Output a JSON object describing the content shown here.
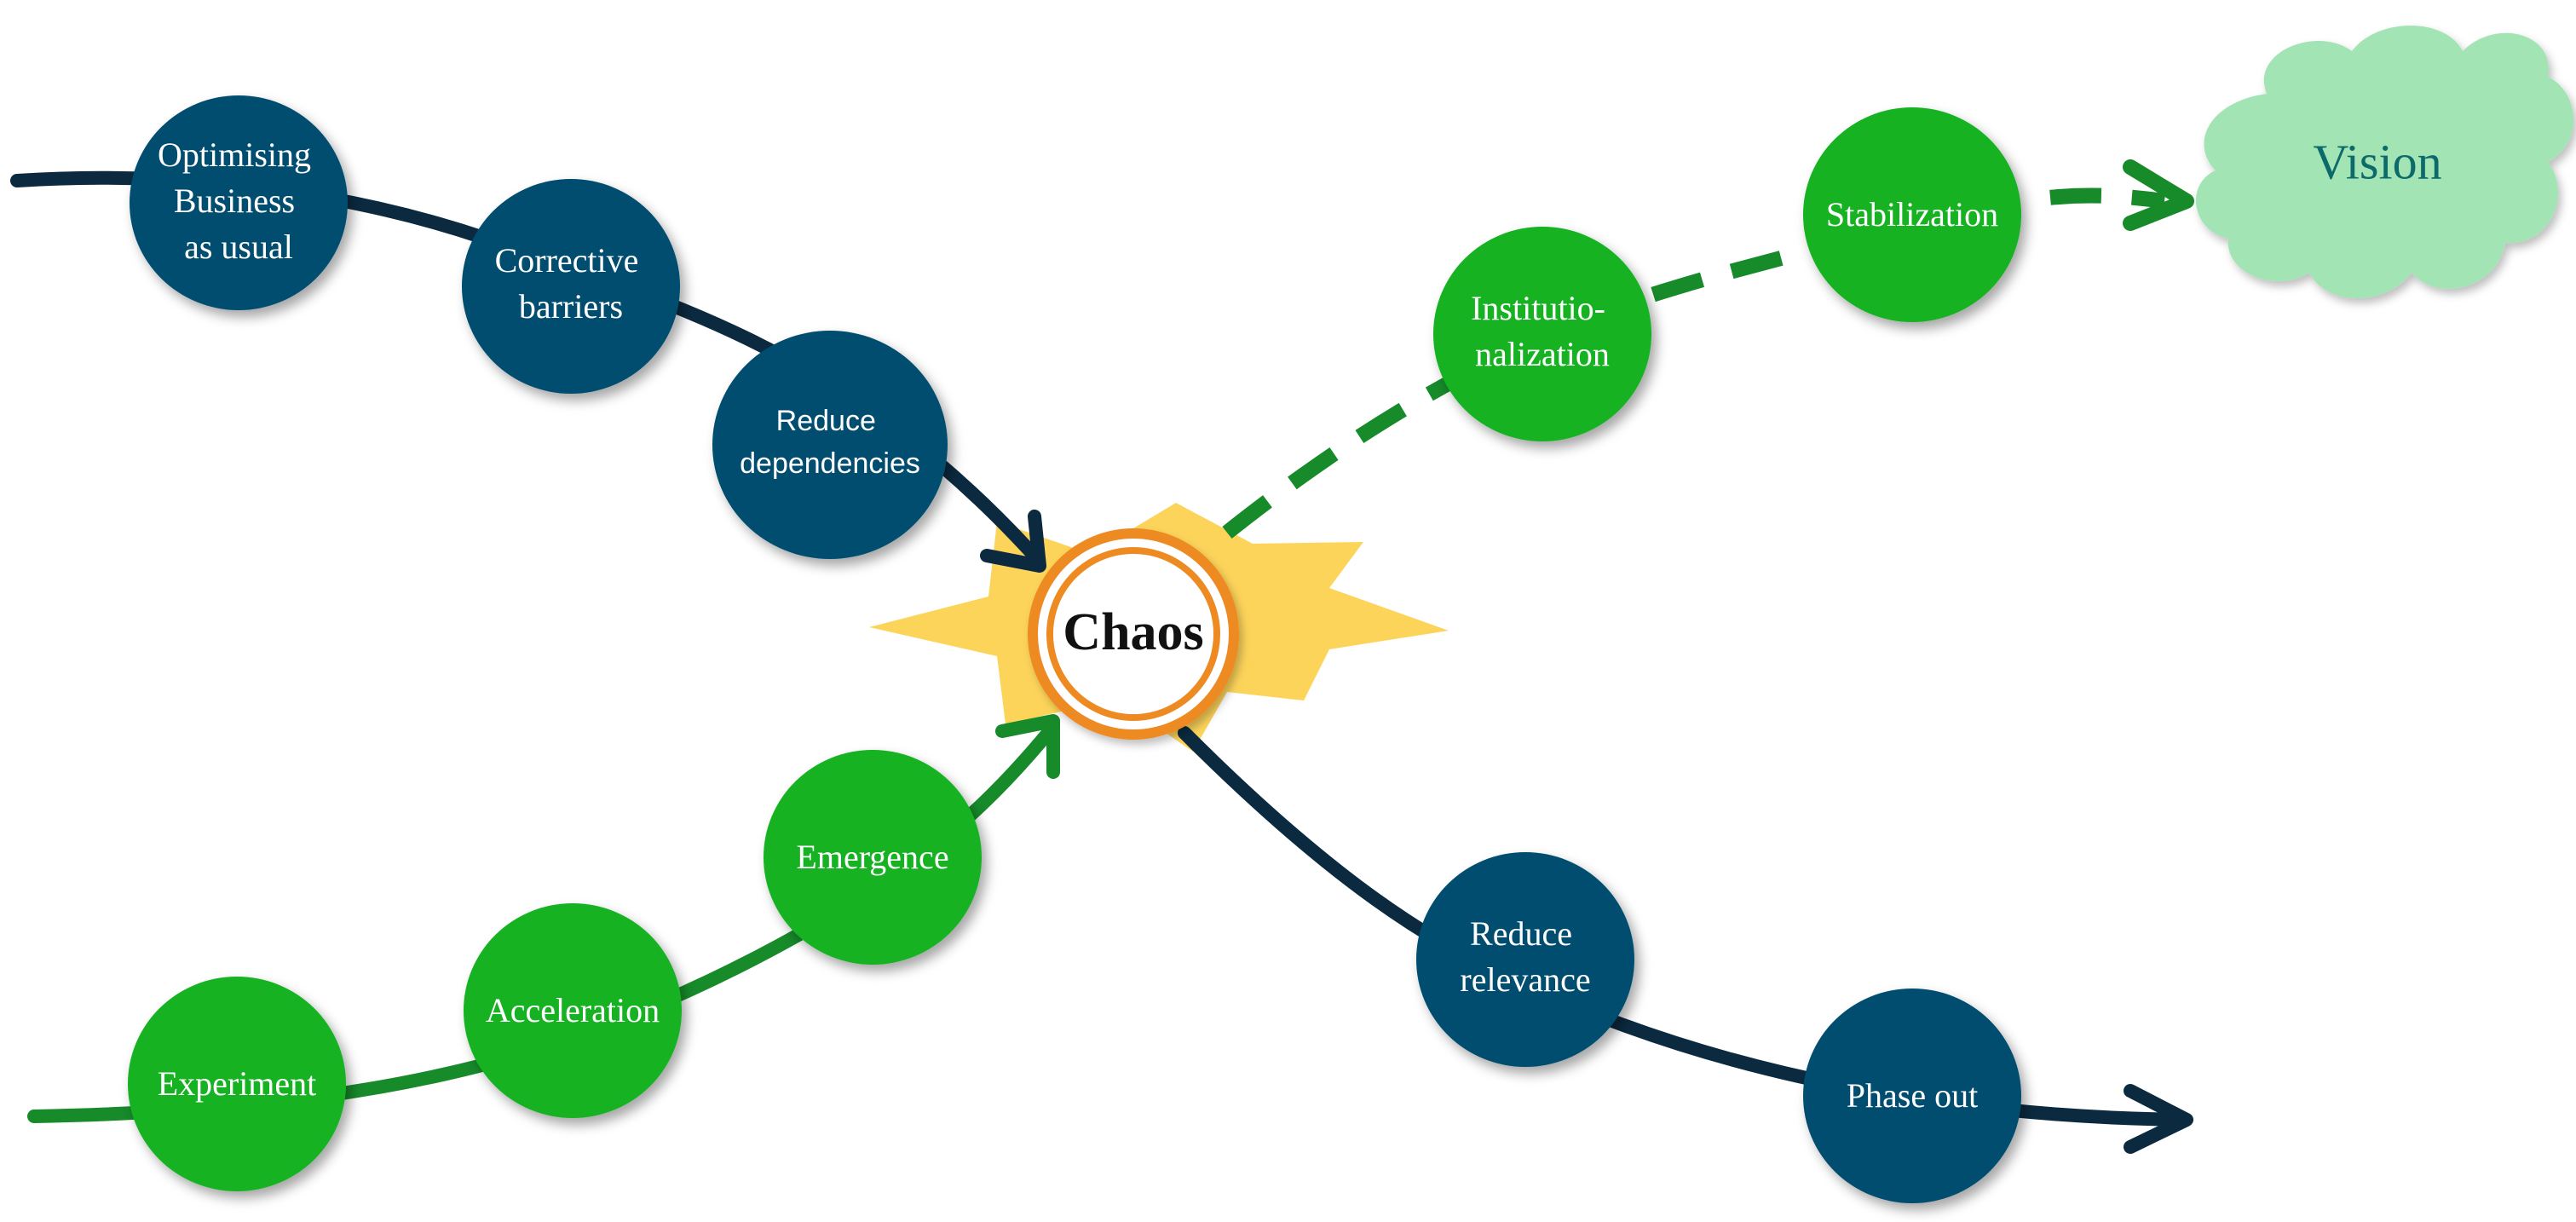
{
  "colors": {
    "dark_blue": "#064E70",
    "dark_line": "#0B2A40",
    "green_node": "#12B224",
    "green_line": "#178A2A",
    "star": "#FDD45A",
    "chaos_ring": "#EE8A22",
    "cloud": "#A3E4B5",
    "vision_text": "#0F6A6A"
  },
  "nodes": {
    "optimising": {
      "lines": [
        "Optimising",
        "Business",
        "as usual"
      ]
    },
    "corrective": {
      "lines": [
        "Corrective",
        "barriers"
      ]
    },
    "reduce_dependencies": {
      "lines": [
        "Reduce",
        "dependencies"
      ]
    },
    "experiment": {
      "lines": [
        "Experiment"
      ]
    },
    "acceleration": {
      "lines": [
        "Acceleration"
      ]
    },
    "emergence": {
      "lines": [
        "Emergence"
      ]
    },
    "institutionalization": {
      "lines": [
        "Institutio-",
        "nalization"
      ]
    },
    "stabilization": {
      "lines": [
        "Stabilization"
      ]
    },
    "reduce_relevance": {
      "lines": [
        "Reduce",
        "relevance"
      ]
    },
    "phase_out": {
      "lines": [
        "Phase out"
      ]
    }
  },
  "chaos": {
    "label": "Chaos"
  },
  "vision": {
    "label": "Vision"
  }
}
